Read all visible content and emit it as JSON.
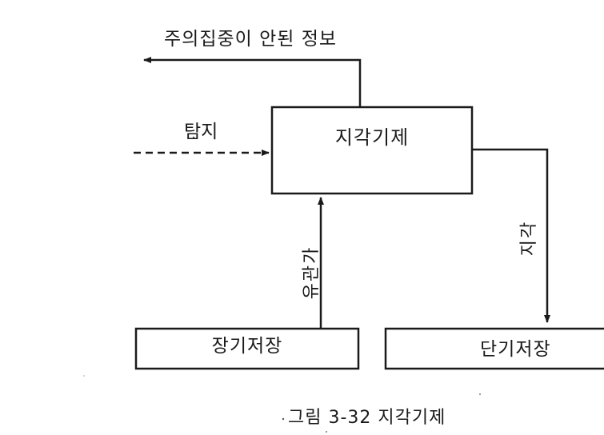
{
  "labels": {
    "unattended_info": "주의집중이 안된 정보",
    "detection": "탐지",
    "perceptual_mechanism": "지각기제",
    "relevance": "유관가",
    "perception": "지각",
    "long_term_storage": "장기저장",
    "short_term_storage": "단기저장"
  },
  "caption": "그림 3-32 지각기제"
}
